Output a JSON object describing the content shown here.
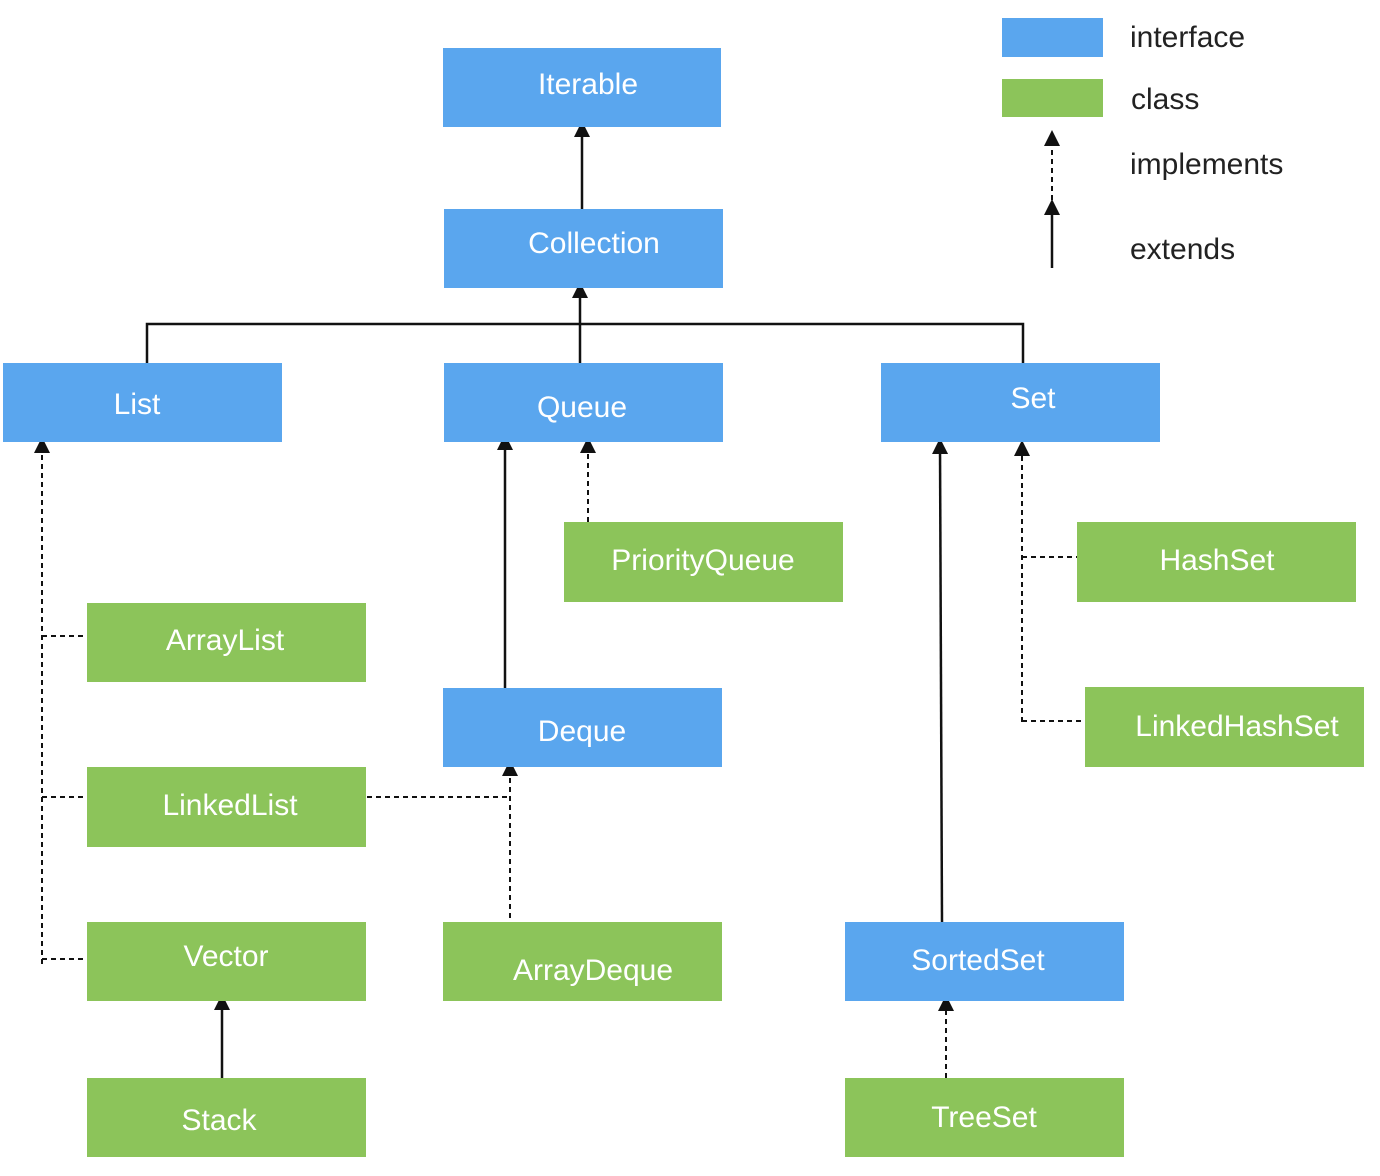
{
  "colors": {
    "interface": "#5aa6ee",
    "class": "#8cc45a",
    "line": "#111111"
  },
  "nodes": {
    "iterable": {
      "label": "Iterable",
      "kind": "interface"
    },
    "collection": {
      "label": "Collection",
      "kind": "interface"
    },
    "list": {
      "label": "List",
      "kind": "interface"
    },
    "queue": {
      "label": "Queue",
      "kind": "interface"
    },
    "set": {
      "label": "Set",
      "kind": "interface"
    },
    "priorityqueue": {
      "label": "PriorityQueue",
      "kind": "class"
    },
    "hashset": {
      "label": "HashSet",
      "kind": "class"
    },
    "arraylist": {
      "label": "ArrayList",
      "kind": "class"
    },
    "deque": {
      "label": "Deque",
      "kind": "interface"
    },
    "linkedhashset": {
      "label": "LinkedHashSet",
      "kind": "class"
    },
    "linkedlist": {
      "label": "LinkedList",
      "kind": "class"
    },
    "vector": {
      "label": "Vector",
      "kind": "class"
    },
    "arraydeque": {
      "label": "ArrayDeque",
      "kind": "class"
    },
    "sortedset": {
      "label": "SortedSet",
      "kind": "interface"
    },
    "stack": {
      "label": "Stack",
      "kind": "class"
    },
    "treeset": {
      "label": "TreeSet",
      "kind": "class"
    }
  },
  "legend": {
    "interface": "interface",
    "class": "class",
    "implements": "implements",
    "extends": "extends"
  }
}
